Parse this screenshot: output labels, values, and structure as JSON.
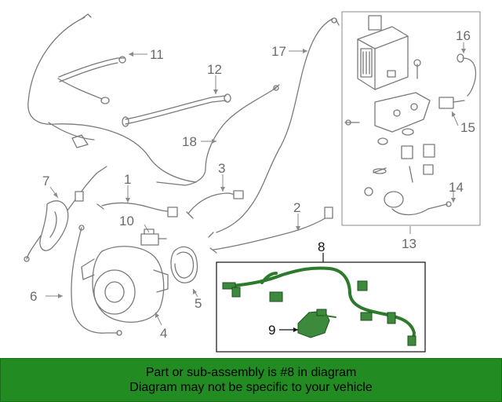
{
  "callouts": {
    "c1": "1",
    "c2": "2",
    "c3": "3",
    "c4": "4",
    "c5": "5",
    "c6": "6",
    "c7": "7",
    "c8": "8",
    "c9": "9",
    "c10": "10",
    "c11": "11",
    "c12": "12",
    "c13": "13",
    "c14": "14",
    "c15": "15",
    "c16": "16",
    "c17": "17",
    "c18": "18"
  },
  "banner": {
    "line1": "Part or sub-assembly is #8 in diagram",
    "line2": "Diagram may not be specific to your vehicle"
  },
  "colors": {
    "highlight": "#2d7a2d",
    "banner": "#228b22",
    "line_art": "#7a7a7a"
  }
}
